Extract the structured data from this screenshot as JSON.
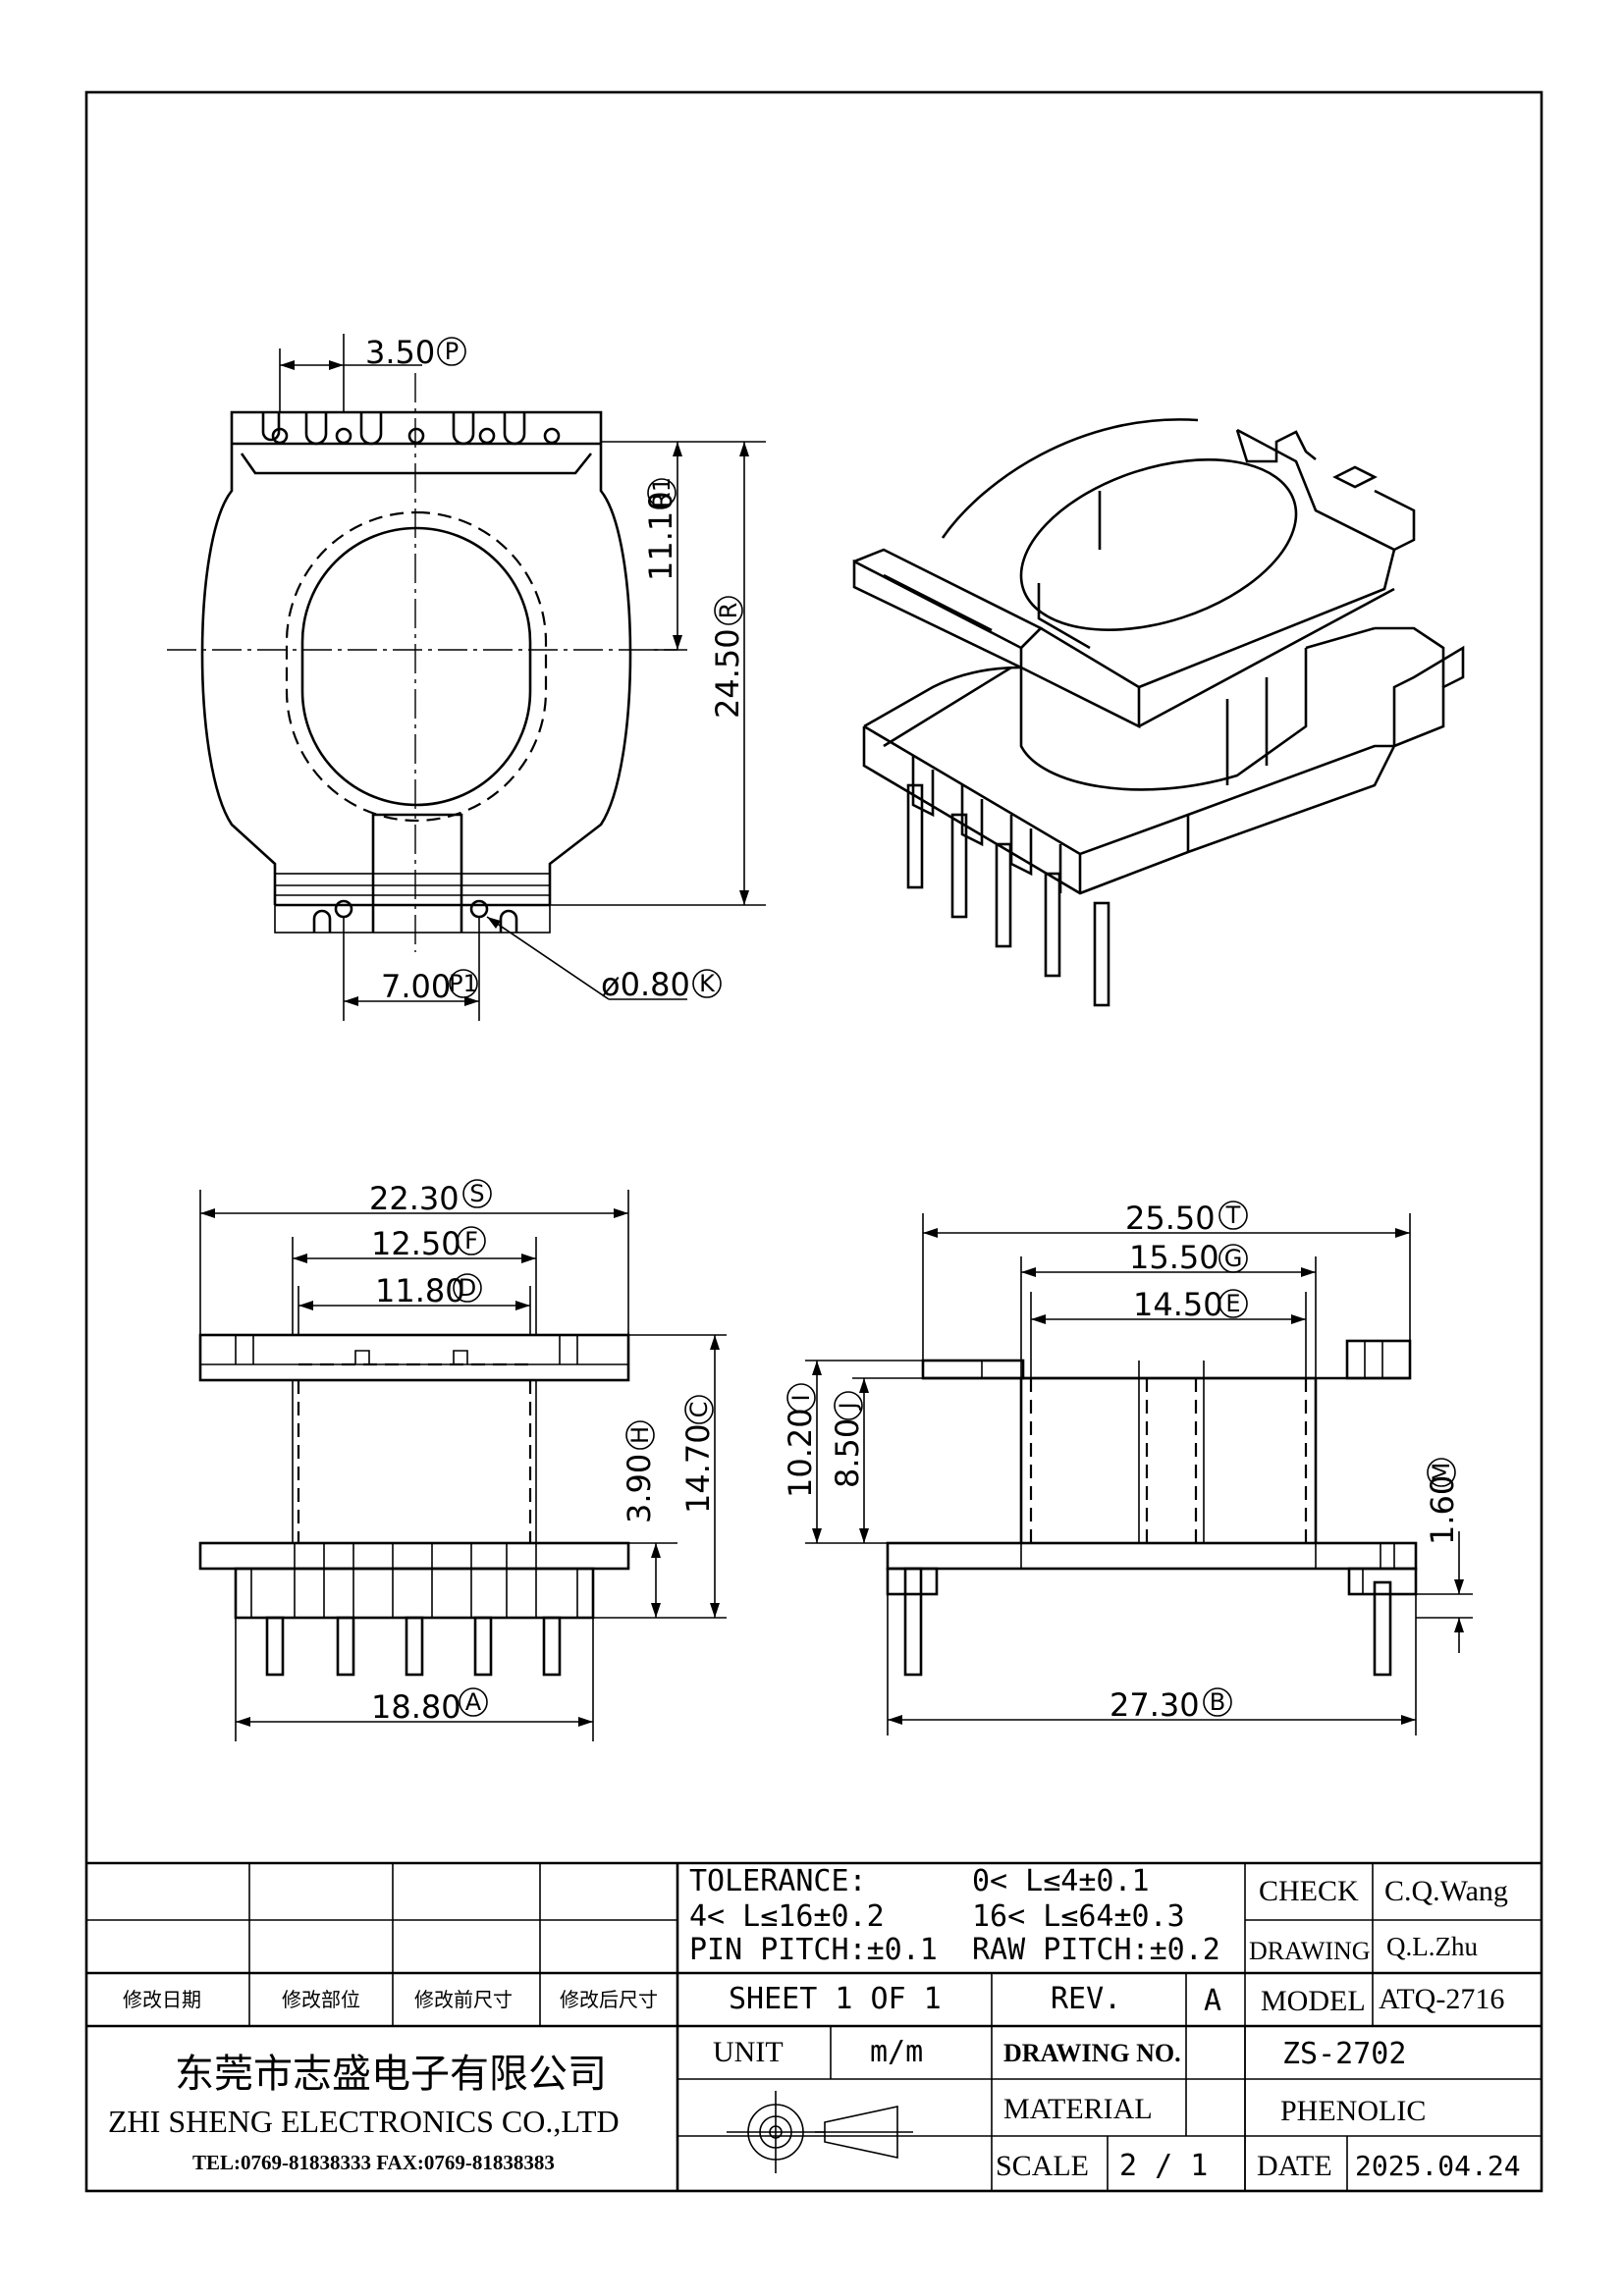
{
  "top_view": {
    "dim_p": "3.50",
    "tag_p": "P",
    "dim_r1": "11.10",
    "tag_r1": "R1",
    "dim_r": "24.50",
    "tag_r": "R",
    "dim_p1": "7.00",
    "tag_p1": "P1",
    "dim_k": "ø0.80",
    "tag_k": "K"
  },
  "front_view": {
    "dim_s": "22.30",
    "tag_s": "S",
    "dim_f": "12.50",
    "tag_f": "F",
    "dim_d": "11.80",
    "tag_d": "D",
    "dim_h": "3.90",
    "tag_h": "H",
    "dim_c": "14.70",
    "tag_c": "C",
    "dim_a": "18.80",
    "tag_a": "A"
  },
  "side_view": {
    "dim_t": "25.50",
    "tag_t": "T",
    "dim_g": "15.50",
    "tag_g": "G",
    "dim_e": "14.50",
    "tag_e": "E",
    "dim_i": "10.20",
    "tag_i": "I",
    "dim_j": "8.50",
    "tag_j": "J",
    "dim_m": "1.60",
    "tag_m": "M",
    "dim_b": "27.30",
    "tag_b": "B"
  },
  "title_block": {
    "tolerance_label": "TOLERANCE:",
    "tol_1": "0< L≤4±0.1",
    "tol_2": "4< L≤16±0.2",
    "tol_3": "16< L≤64±0.3",
    "pin_pitch": "PIN PITCH:±0.1",
    "raw_pitch": "RAW PITCH:±0.2",
    "check_label": "CHECK",
    "check_value": "C.Q.Wang",
    "drawing_label": "DRAWING",
    "drawing_value": "Q.L.Zhu",
    "rev_headers": [
      "修改日期",
      "修改部位",
      "修改前尺寸",
      "修改后尺寸"
    ],
    "sheet": "SHEET 1 OF 1",
    "rev_label": "REV.",
    "rev_value": "A",
    "model_label": "MODEL",
    "model_value": "ATQ-2716",
    "company_cn": "东莞市志盛电子有限公司",
    "company_en": "ZHI SHENG ELECTRONICS CO.,LTD",
    "tel_fax": "TEL:0769-81838333 FAX:0769-81838383",
    "unit_label": "UNIT",
    "unit_value": "m/m",
    "drawing_no_label": "DRAWING NO.",
    "drawing_no_value": "ZS-2702",
    "material_label": "MATERIAL",
    "material_value": "PHENOLIC",
    "scale_label": "SCALE",
    "scale_value": "2 / 1",
    "date_label": "DATE",
    "date_value": "2025.04.24"
  }
}
